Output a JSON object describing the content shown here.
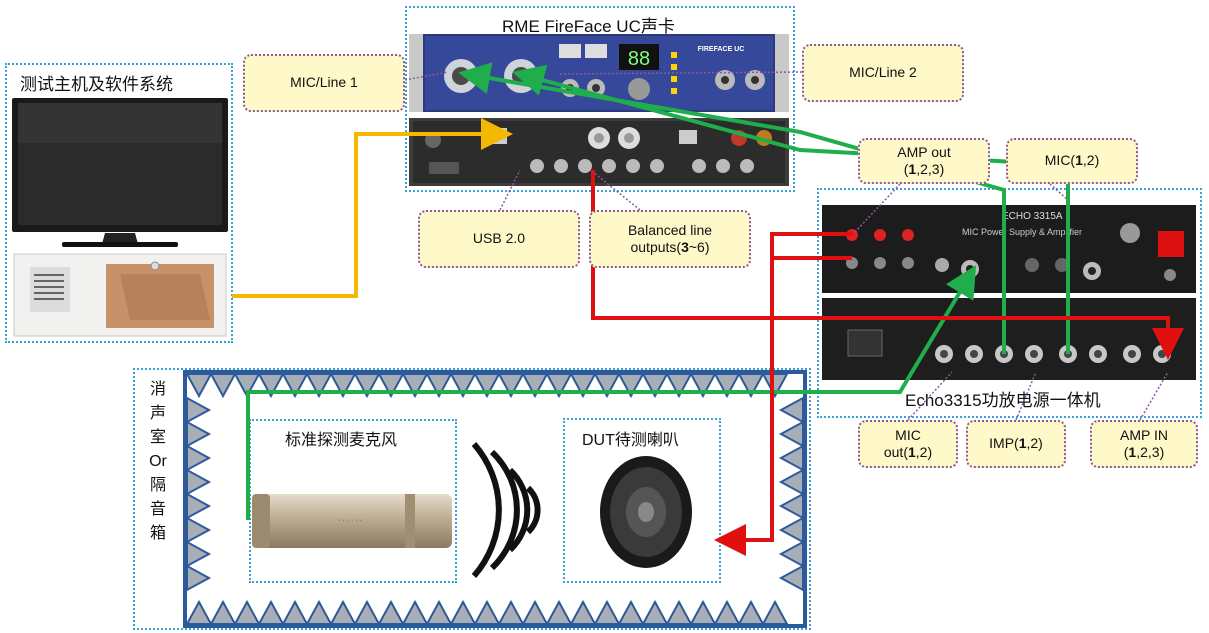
{
  "sound_card": {
    "title": "RME FireFace UC声卡",
    "front_label": "FIREFACE UC",
    "display": "88",
    "callouts": {
      "mic_line_1": "MIC/Line  1",
      "mic_line_2": "MIC/Line  2",
      "usb": "USB 2.0",
      "balanced_line": "Balanced line",
      "balanced_outputs_prefix": "outputs(",
      "balanced_outputs_bold": "3",
      "balanced_outputs_suffix": "~6)"
    }
  },
  "host": {
    "title": "测试主机及软件系统"
  },
  "amplifier": {
    "title": "Echo3315功放电源一体机",
    "panel_model": "ECHO 3315A",
    "panel_subtitle": "MIC Power Supply & Amplifier",
    "callouts": {
      "amp_out_line1": "AMP out",
      "amp_out_line2_prefix": "(",
      "amp_out_line2_bold": "1",
      "amp_out_line2_suffix": ",2,3)",
      "mic_prefix": "MIC(",
      "mic_bold": "1",
      "mic_suffix": ",2)",
      "mic_out_line1": "MIC",
      "mic_out_line2_prefix": "out(",
      "mic_out_line2_bold": "1",
      "mic_out_line2_suffix": ",2)",
      "imp_prefix": "IMP(",
      "imp_bold": "1",
      "imp_suffix": ",2)",
      "amp_in_line1": "AMP IN",
      "amp_in_line2_prefix": "(",
      "amp_in_line2_bold": "1",
      "amp_in_line2_suffix": ",2,3)"
    }
  },
  "chamber": {
    "title_chars": [
      "消",
      "声",
      "室",
      "Or",
      "隔",
      "音",
      "箱"
    ],
    "microphone_title": "标准探测麦克风",
    "speaker_title": "DUT待测喇叭"
  },
  "colors": {
    "usb_cable": "#f5b800",
    "green_cable": "#1fae4b",
    "red_cable": "#e01010",
    "dotted_border": "#3aa0d8",
    "callout_fill": "#fff8c8",
    "callout_border": "#8a5aa0",
    "chamber_wall": "#2d5a9a",
    "chamber_spikes": "#a8aeb8"
  }
}
